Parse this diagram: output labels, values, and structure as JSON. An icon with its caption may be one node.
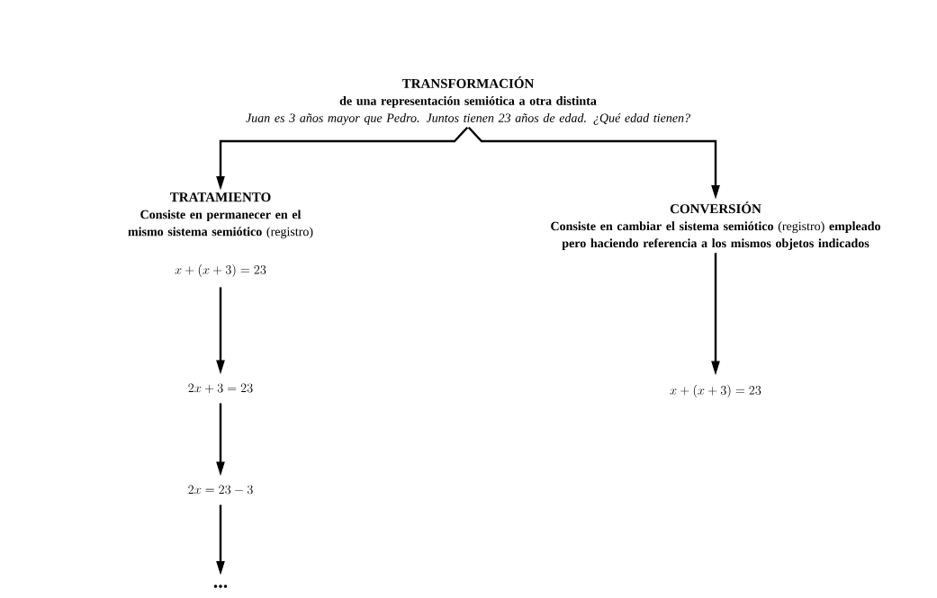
{
  "diagram": {
    "nodes": [
      {
        "text": [
          "TRANSFORMACIÓN",
          "de una representación semiótica a otra distinta",
          "Juan es 3 años mayor que Pedro. Juntos tienen 23 años de edad. ¿Qué edad tienen?"
        ]
      },
      {
        "text": [
          "TRATAMIENTO",
          "**Consiste en permanecer en el mismo sistema semiótico** (registro)"
        ]
      },
      {
        "text": [
          "x+(x+3)=23"
        ]
      },
      {
        "text": [
          "2x+3=23"
        ]
      },
      {
        "text": [
          "2x=23-3"
        ]
      },
      {
        "text": [
          "..."
        ]
      },
      {
        "text": [
          "CONVERSIÓN",
          "**Consiste en cambiar el sistema semiótico** (registro) **empleado pero haciendo referencia a los mismos objetos indicados**"
        ]
      },
      {
        "text": [
          "x+(x+3)=23"
        ]
      }
    ],
    "edges": [
      {
        "from": 0,
        "to": 1,
        "arrow": "to"
      },
      {
        "from": 0,
        "to": 6,
        "arrow": "to"
      },
      {
        "from": 2,
        "to": 3,
        "arrow": "to"
      },
      {
        "from": 3,
        "to": 4,
        "arrow": "to"
      },
      {
        "from": 4,
        "to": 5,
        "arrow": "to"
      },
      {
        "from": 6,
        "to": 7,
        "arrow": "to"
      }
    ]
  }
}
